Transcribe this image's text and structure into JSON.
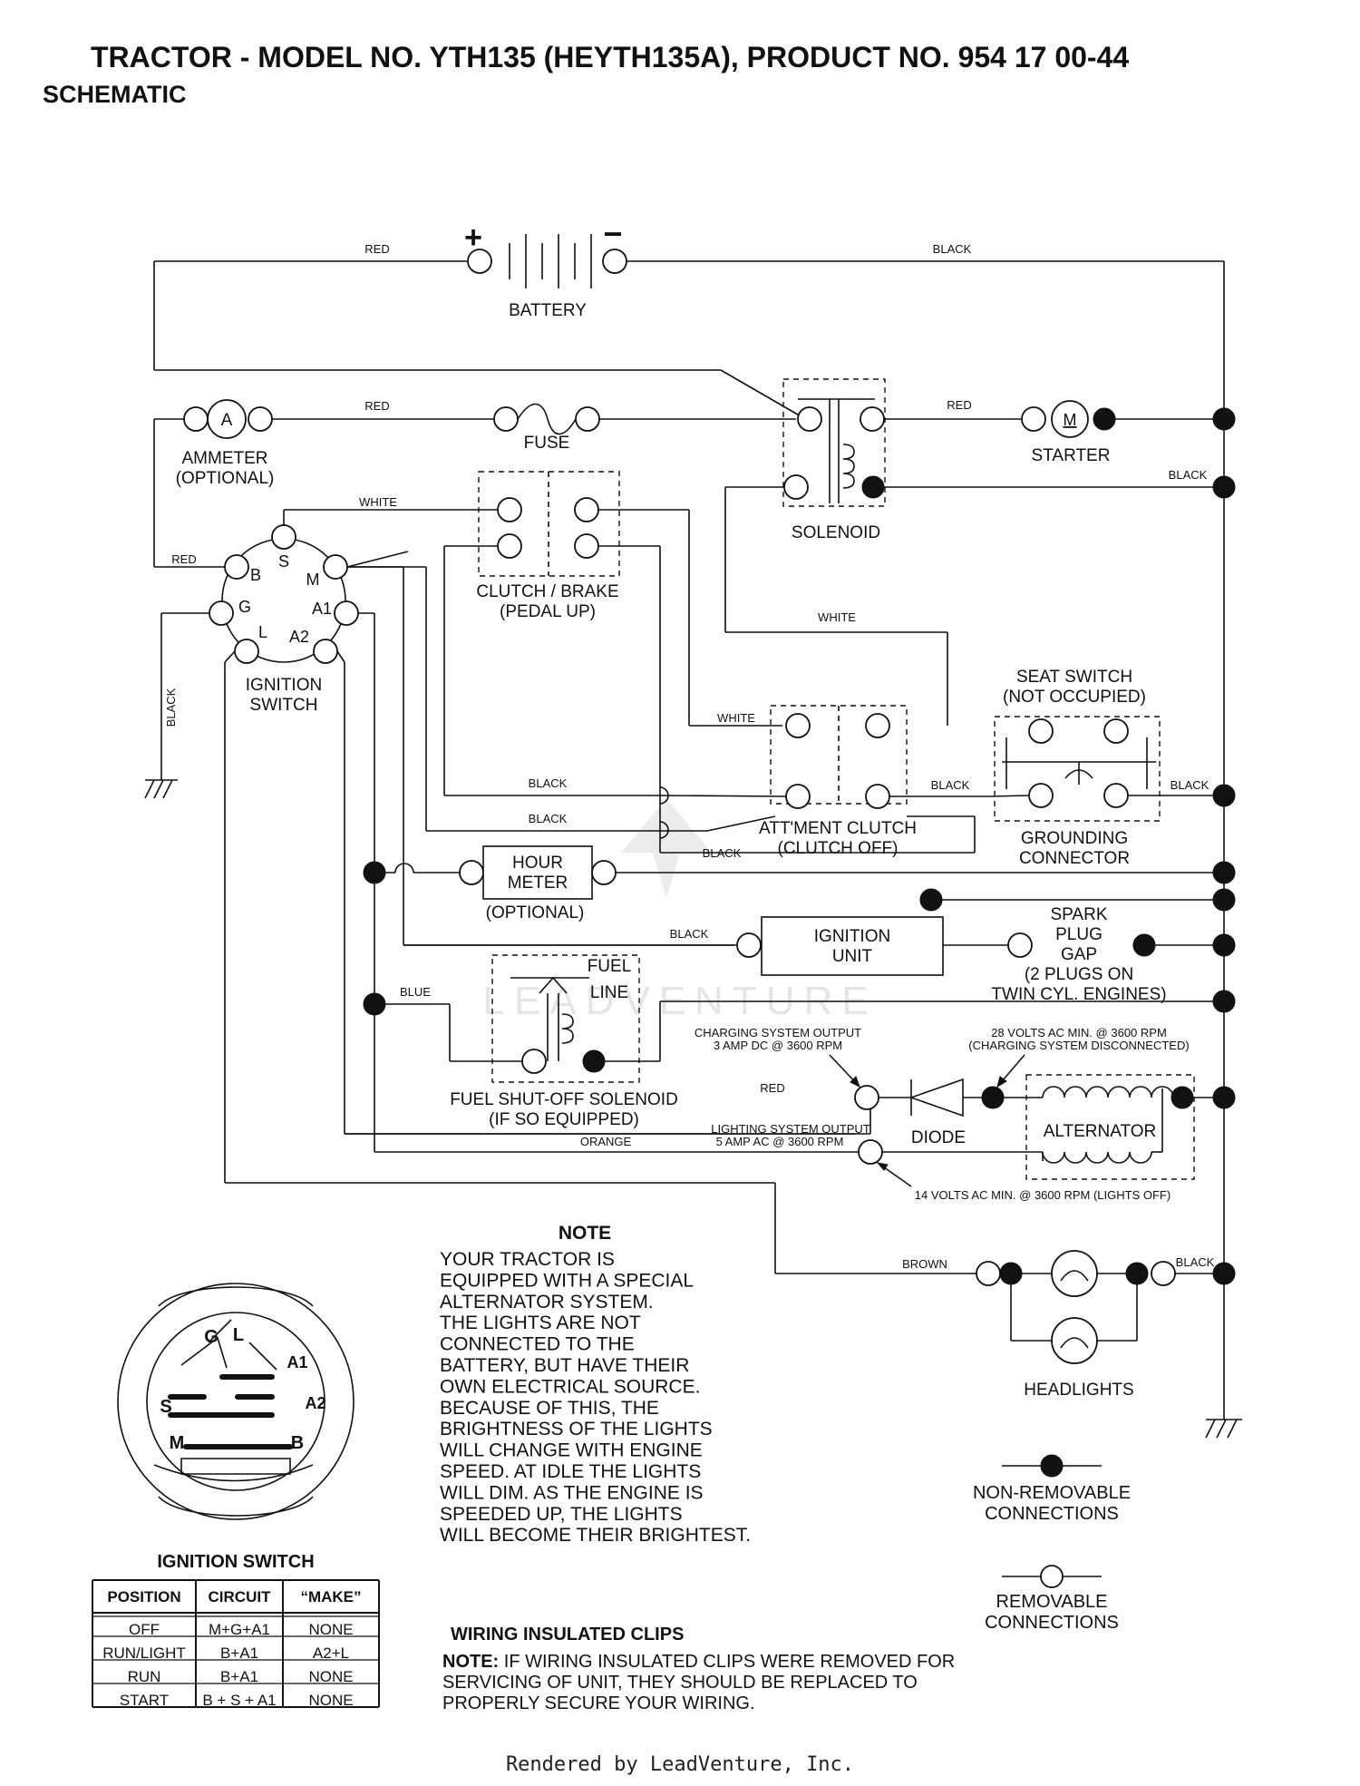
{
  "header": {
    "title": "TRACTOR - MODEL NO. YTH135 (HEYTH135A), PRODUCT NO. 954 17 00-44",
    "subtitle": "SCHEMATIC"
  },
  "components": {
    "battery": "BATTERY",
    "fuse": "FUSE",
    "ammeter_l1": "AMMETER",
    "ammeter_l2": "(OPTIONAL)",
    "ammeter_letter": "A",
    "starter": "STARTER",
    "starter_letter": "M",
    "solenoid": "SOLENOID",
    "clutch_brake_l1": "CLUTCH / BRAKE",
    "clutch_brake_l2": "(PEDAL UP)",
    "ignition_switch_l1": "IGNITION",
    "ignition_switch_l2": "SWITCH",
    "seat_switch_l1": "SEAT SWITCH",
    "seat_switch_l2": "(NOT OCCUPIED)",
    "grounding_l1": "GROUNDING",
    "grounding_l2": "CONNECTOR",
    "attment_l1": "ATT'MENT CLUTCH",
    "attment_l2": "(CLUTCH OFF)",
    "hour_meter_l1": "HOUR",
    "hour_meter_l2": "METER",
    "hour_meter_l3": "(OPTIONAL)",
    "ignition_unit_l1": "IGNITION",
    "ignition_unit_l2": "UNIT",
    "spark_l1": "SPARK",
    "spark_l2": "PLUG",
    "spark_l3": "GAP",
    "spark_l4": "(2 PLUGS ON",
    "spark_l5": "TWIN CYL. ENGINES)",
    "fuel_line_l1": "FUEL",
    "fuel_line_l2": "LINE",
    "fuel_solenoid_l1": "FUEL SHUT-OFF SOLENOID",
    "fuel_solenoid_l2": "(IF SO EQUIPPED)",
    "diode": "DIODE",
    "alternator": "ALTERNATOR",
    "headlights": "HEADLIGHTS",
    "charging_l1": "CHARGING SYSTEM OUTPUT",
    "charging_l2": "3 AMP DC @ 3600 RPM",
    "volts28_l1": "28 VOLTS AC MIN. @ 3600 RPM",
    "volts28_l2": "(CHARGING SYSTEM DISCONNECTED)",
    "lighting_l1": "LIGHTING SYSTEM OUTPUT",
    "lighting_l2": "5 AMP AC @ 3600 RPM",
    "volts14": "14 VOLTS AC MIN. @ 3600 RPM (LIGHTS OFF)",
    "plus": "+",
    "minus": "−"
  },
  "terminals": {
    "B": "B",
    "S": "S",
    "M": "M",
    "G": "G",
    "A1": "A1",
    "L": "L",
    "A2": "A2"
  },
  "wires": {
    "red": "RED",
    "black": "BLACK",
    "white": "WHITE",
    "blue": "BLUE",
    "orange": "ORANGE",
    "brown": "BROWN"
  },
  "note": {
    "heading": "NOTE",
    "lines": [
      "YOUR TRACTOR IS",
      "EQUIPPED WITH A SPECIAL",
      "ALTERNATOR SYSTEM.",
      "THE LIGHTS ARE NOT",
      "CONNECTED TO THE",
      "BATTERY, BUT HAVE THEIR",
      "OWN ELECTRICAL SOURCE.",
      "BECAUSE OF THIS, THE",
      "BRIGHTNESS OF THE LIGHTS",
      "WILL CHANGE WITH ENGINE",
      "SPEED.  AT IDLE THE LIGHTS",
      "WILL DIM.  AS THE ENGINE IS",
      "SPEEDED UP, THE LIGHTS",
      "WILL BECOME THEIR BRIGHTEST."
    ]
  },
  "legend": {
    "nonremovable_l1": "NON-REMOVABLE",
    "nonremovable_l2": "CONNECTIONS",
    "removable_l1": "REMOVABLE",
    "removable_l2": "CONNECTIONS"
  },
  "ignition_table": {
    "title": "IGNITION SWITCH",
    "headers": [
      "POSITION",
      "CIRCUIT",
      "“MAKE”"
    ],
    "rows": [
      [
        "OFF",
        "M+G+A1",
        "NONE"
      ],
      [
        "RUN/LIGHT",
        "B+A1",
        "A2+L"
      ],
      [
        "RUN",
        "B+A1",
        "NONE"
      ],
      [
        "START",
        "B + S + A1",
        "NONE"
      ]
    ]
  },
  "clips": {
    "heading": "WIRING INSULATED CLIPS",
    "note_label": "NOTE:",
    "line1": " IF WIRING INSULATED CLIPS WERE REMOVED FOR",
    "line2": "SERVICING OF UNIT, THEY SHOULD BE REPLACED TO",
    "line3": "PROPERLY SECURE YOUR WIRING."
  },
  "watermark": "LEADVENTURE",
  "footer": "Rendered by LeadVenture, Inc."
}
